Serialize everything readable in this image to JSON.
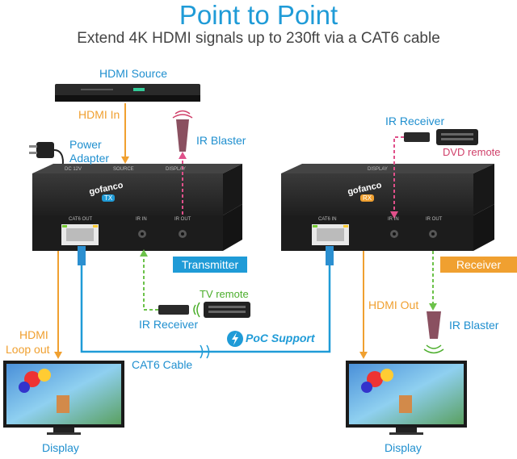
{
  "header": {
    "title": "Point to Point",
    "subtitle": "Extend 4K HDMI signals up to 230ft via a CAT6 cable"
  },
  "transmitter": {
    "brand": "gofanco",
    "badge": "TX",
    "port_labels": [
      "DC 12V",
      "SOURCE",
      "DISPLAY",
      "CAT6 OUT",
      "IR IN",
      "IR OUT"
    ],
    "tag": "Transmitter"
  },
  "receiver": {
    "brand": "gofanco",
    "badge": "RX",
    "port_labels": [
      "DISPLAY",
      "CAT6 IN",
      "IR IN",
      "IR OUT"
    ],
    "tag": "Receiver"
  },
  "labels": {
    "hdmi_source": "HDMI Source",
    "hdmi_in": "HDMI In",
    "power_adapter": [
      "Power",
      "Adapter"
    ],
    "ir_blaster_tx": "IR Blaster",
    "ir_receiver_rx": "IR Receiver",
    "dvd_remote": "DVD remote",
    "tv_remote": "TV remote",
    "ir_receiver_tx": "IR Receiver",
    "hdmi_loop_out": [
      "HDMI",
      "Loop out"
    ],
    "cat6_cable": "CAT6 Cable",
    "poc_support": "PoC Support",
    "hdmi_out": "HDMI Out",
    "ir_blaster_rx": "IR Blaster",
    "display_left": "Display",
    "display_right": "Display"
  },
  "colors": {
    "blue": "#1f9bd7",
    "orange": "#f0a030",
    "red_dashed": "#e0508a",
    "green_dashed": "#6cc24a",
    "device": "#2a2a2a"
  }
}
